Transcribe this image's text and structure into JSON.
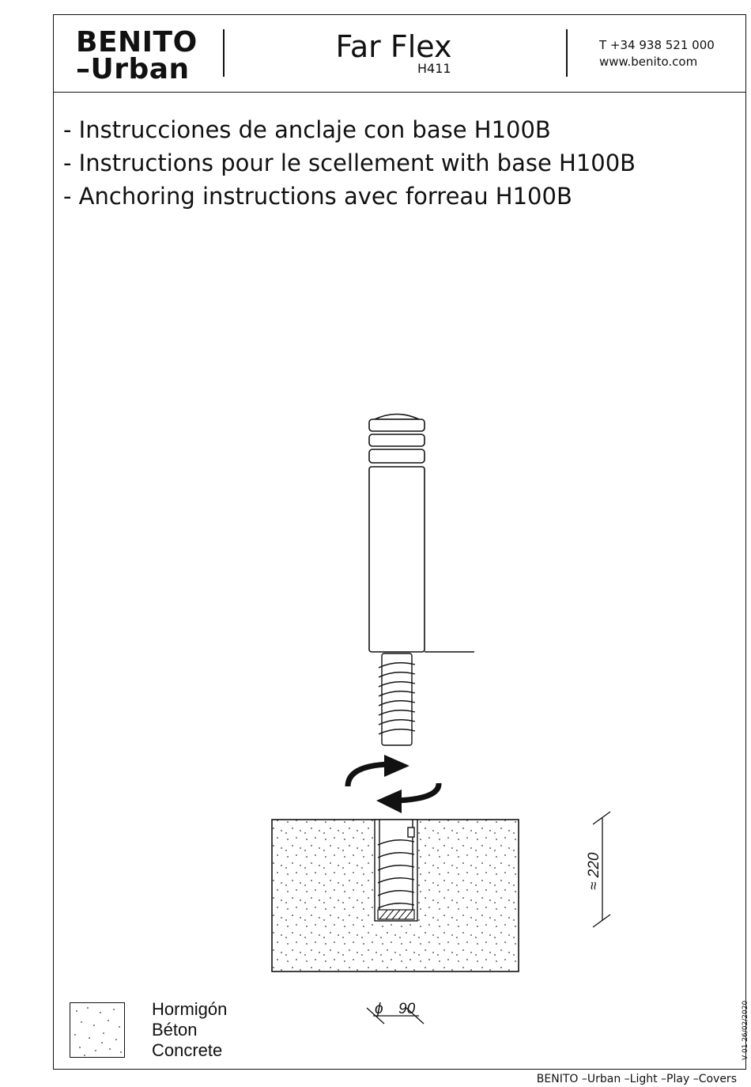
{
  "header": {
    "logo_line1": "BENITO",
    "logo_line2": "–Urban",
    "title": "Far Flex",
    "model": "H411",
    "phone": "T +34 938 521 000",
    "website": "www.benito.com"
  },
  "instructions": [
    "- Instrucciones de anclaje con base H100B",
    "- Instructions pour le scellement with base H100B",
    "- Anchoring instructions avec forreau H100B"
  ],
  "dimensions": {
    "depth_label": "≈ 220",
    "diameter_symbol": "ϕ",
    "diameter_value": "90"
  },
  "legend": {
    "line1": "Hormigón",
    "line2": "Béton",
    "line3": "Concrete"
  },
  "version": "V 01 26/02/2020",
  "footer": "BENITO –Urban –Light –Play –Covers",
  "colors": {
    "ink": "#111111",
    "background": "#ffffff"
  }
}
